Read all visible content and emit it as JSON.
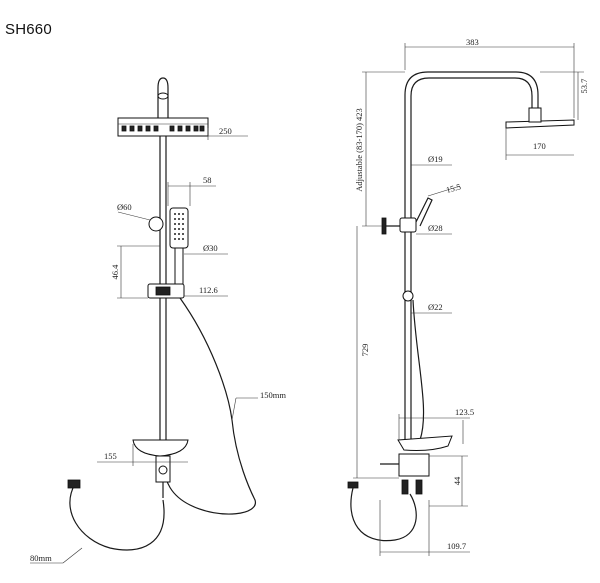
{
  "model_code": "SH660",
  "front_view": {
    "dimensions": {
      "head_width": "250",
      "handset_width": "58",
      "bracket_dia": "Ø60",
      "handle_dia": "Ø30",
      "slider_height": "46.4",
      "slider_depth": "112.6",
      "hose_length": "150mm",
      "tray_width": "155",
      "hose_end": "80mm"
    }
  },
  "side_view": {
    "dimensions": {
      "arm_reach": "383",
      "head_drop": "53.7",
      "adjustable_height": "Adjustable (83-170) 423",
      "head_depth": "170",
      "upper_pipe_dia": "Ø19",
      "handset_angle": "15.5",
      "bracket_dia": "Ø28",
      "lower_pipe_dia": "Ø22",
      "lower_length": "729",
      "tray_depth": "123.5",
      "mixer_height": "44",
      "mixer_depth": "109.7"
    }
  }
}
